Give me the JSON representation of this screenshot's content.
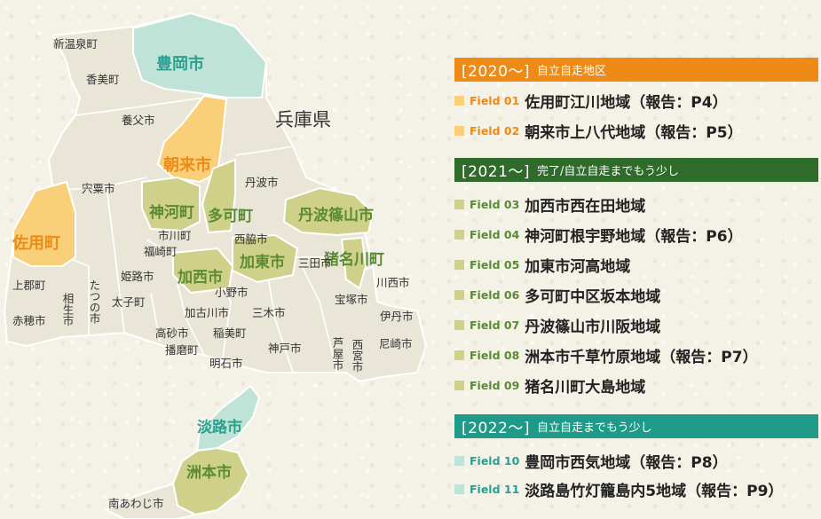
{
  "map": {
    "prefecture_label": "兵庫県",
    "regions": [
      {
        "id": "toyooka",
        "name": "豊岡市",
        "group": "g2022"
      },
      {
        "id": "asago",
        "name": "朝来市",
        "group": "g2020"
      },
      {
        "id": "sayo",
        "name": "佐用町",
        "group": "g2020"
      },
      {
        "id": "kamikawa",
        "name": "神河町",
        "group": "g2021"
      },
      {
        "id": "taka",
        "name": "多可町",
        "group": "g2021"
      },
      {
        "id": "tambasasayama",
        "name": "丹波篠山市",
        "group": "g2021"
      },
      {
        "id": "kato",
        "name": "加東市",
        "group": "g2021"
      },
      {
        "id": "inagawa",
        "name": "猪名川町",
        "group": "g2021"
      },
      {
        "id": "kasai",
        "name": "加西市",
        "group": "g2021"
      },
      {
        "id": "awaji",
        "name": "淡路市",
        "group": "g2022"
      },
      {
        "id": "sumoto",
        "name": "洲本市",
        "group": "g2021"
      }
    ],
    "municipalities": [
      "新温泉町",
      "香美町",
      "養父市",
      "宍粟市",
      "丹波市",
      "市川町",
      "福崎町",
      "西脇市",
      "上郡町",
      "相生市",
      "たつの市",
      "姫路市",
      "太子町",
      "三田市",
      "川西市",
      "小野市",
      "宝塚市",
      "加古川市",
      "三木市",
      "伊丹市",
      "赤穂市",
      "高砂市",
      "稲美町",
      "芦屋市",
      "西宮市",
      "尼崎市",
      "播磨町",
      "神戸市",
      "明石市",
      "南あわじ市"
    ]
  },
  "colors": {
    "g2020": "#ee8a16",
    "g2020_fill": "#f9cf7a",
    "g2021": "#2f6b2a",
    "g2021_fill": "#cfd18a",
    "g2021_text": "#5a8a33",
    "g2022": "#1f9a88",
    "g2022_fill": "#bfe3d6",
    "g2022_text": "#2aa091",
    "land": "#e9e6d8"
  },
  "legend": {
    "sections": [
      {
        "year": "[2020〜]",
        "desc": "自立自走地区",
        "color": "g2020",
        "fields": [
          {
            "id": "Field 01",
            "name": "佐用町江川地域（報告：P4）"
          },
          {
            "id": "Field 02",
            "name": "朝来市上八代地域（報告：P5）"
          }
        ]
      },
      {
        "year": "[2021〜]",
        "desc": "完了/自立自走までもう少し",
        "color": "g2021",
        "fields": [
          {
            "id": "Field 03",
            "name": "加西市西在田地域"
          },
          {
            "id": "Field 04",
            "name": "神河町根宇野地域（報告：P6）"
          },
          {
            "id": "Field 05",
            "name": "加東市河高地域"
          },
          {
            "id": "Field 06",
            "name": "多可町中区坂本地域"
          },
          {
            "id": "Field 07",
            "name": "丹波篠山市川阪地域"
          },
          {
            "id": "Field 08",
            "name": "洲本市千草竹原地域（報告：P7）"
          },
          {
            "id": "Field 09",
            "name": "猪名川町大島地域"
          }
        ]
      },
      {
        "year": "[2022〜]",
        "desc": "自立自走までもう少し",
        "color": "g2022",
        "fields": [
          {
            "id": "Field 10",
            "name": "豊岡市西気地域（報告：P8）"
          },
          {
            "id": "Field 11",
            "name": "淡路島竹灯籠島内5地域（報告：P9）"
          }
        ]
      }
    ]
  }
}
